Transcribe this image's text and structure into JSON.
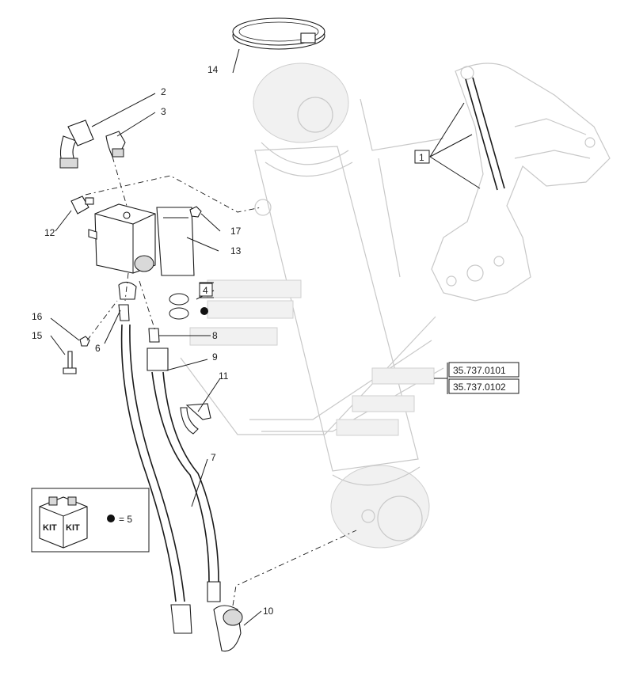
{
  "callouts": {
    "c1": "1",
    "c2": "2",
    "c3": "3",
    "c4": "4",
    "c6": "6",
    "c7": "7",
    "c8": "8",
    "c9": "9",
    "c10": "10",
    "c11": "11",
    "c12": "12",
    "c13": "13",
    "c14": "14",
    "c15": "15",
    "c16": "16",
    "c17": "17"
  },
  "references": [
    "35.737.0101",
    "35.737.0102"
  ],
  "kit_legend": {
    "kit_label_left": "KIT",
    "kit_label_right": "KIT",
    "marker_text": "= 5"
  },
  "colors": {
    "line": "#1a1a1a",
    "ghost": "#c8c8c8",
    "marker": "#111111"
  }
}
